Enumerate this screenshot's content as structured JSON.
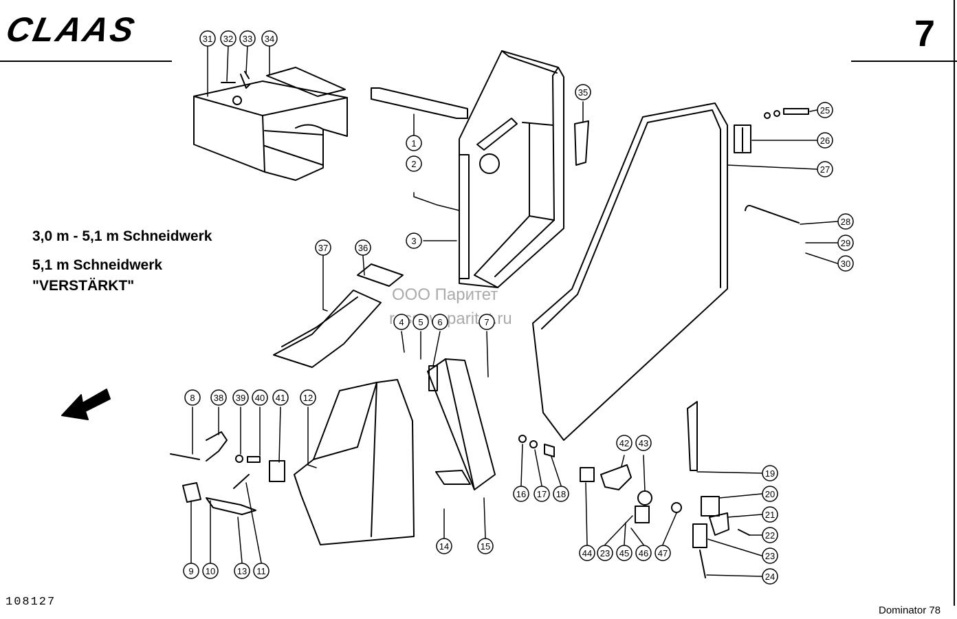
{
  "header": {
    "brand": "CLAAS",
    "page_number": "7"
  },
  "captions": [
    "3,0 m - 5,1 m Schneidwerk",
    "5,1 m Schneidwerk",
    "\"VERSTÄRKT\""
  ],
  "watermark": {
    "line1": "ООО Паритет",
    "line2": "rossow-paritet.ru"
  },
  "footer": {
    "drawing_number": "108127",
    "model": "Dominator 78"
  },
  "part_numbers": [
    "1",
    "2",
    "3",
    "4",
    "5",
    "6",
    "7",
    "8",
    "9",
    "10",
    "11",
    "12",
    "13",
    "14",
    "15",
    "16",
    "17",
    "18",
    "19",
    "20",
    "21",
    "22",
    "23",
    "23",
    "24",
    "25",
    "26",
    "27",
    "28",
    "29",
    "30",
    "31",
    "32",
    "33",
    "34",
    "35",
    "36",
    "37",
    "38",
    "39",
    "40",
    "41",
    "42",
    "43",
    "44",
    "45",
    "46",
    "47"
  ]
}
